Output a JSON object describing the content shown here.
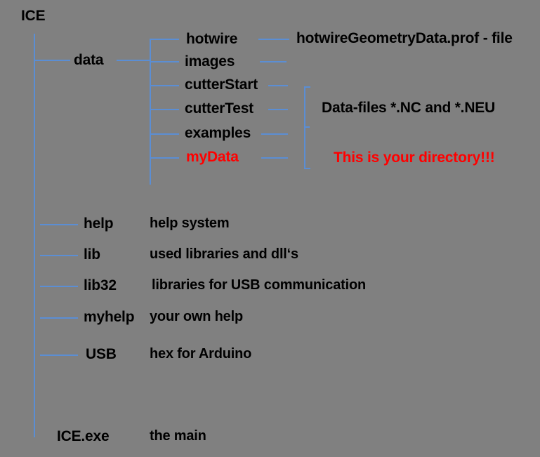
{
  "diagram": {
    "title": "ICE",
    "background_color": "#808080",
    "line_color": "#5b8ed4",
    "text_color": "#000000",
    "highlight_color": "#ff0000",
    "data_branch": {
      "label": "data",
      "children": [
        {
          "name": "hotwire",
          "note": "hotwireGeometryData.prof - file",
          "highlight": false
        },
        {
          "name": "images",
          "note": "",
          "highlight": false
        },
        {
          "name": "cutterStart",
          "note": "",
          "highlight": false
        },
        {
          "name": "cutterTest",
          "note": "",
          "highlight": false
        },
        {
          "name": "examples",
          "note": "",
          "highlight": false
        },
        {
          "name": "myData",
          "note": "",
          "highlight": true
        }
      ],
      "bracket_note": "Data-files *.NC and *.NEU",
      "bracket_note_2": "This is your directory!!!"
    },
    "root_children": [
      {
        "name": "help",
        "note": "help system"
      },
      {
        "name": "lib",
        "note": "used libraries and dll‘s"
      },
      {
        "name": "lib32",
        "note": "libraries  for USB communication"
      },
      {
        "name": "myhelp",
        "note": "your own help"
      },
      {
        "name": "USB",
        "note": "hex for Arduino"
      }
    ],
    "root_file": {
      "name": "ICE.exe",
      "note": "the main"
    }
  }
}
